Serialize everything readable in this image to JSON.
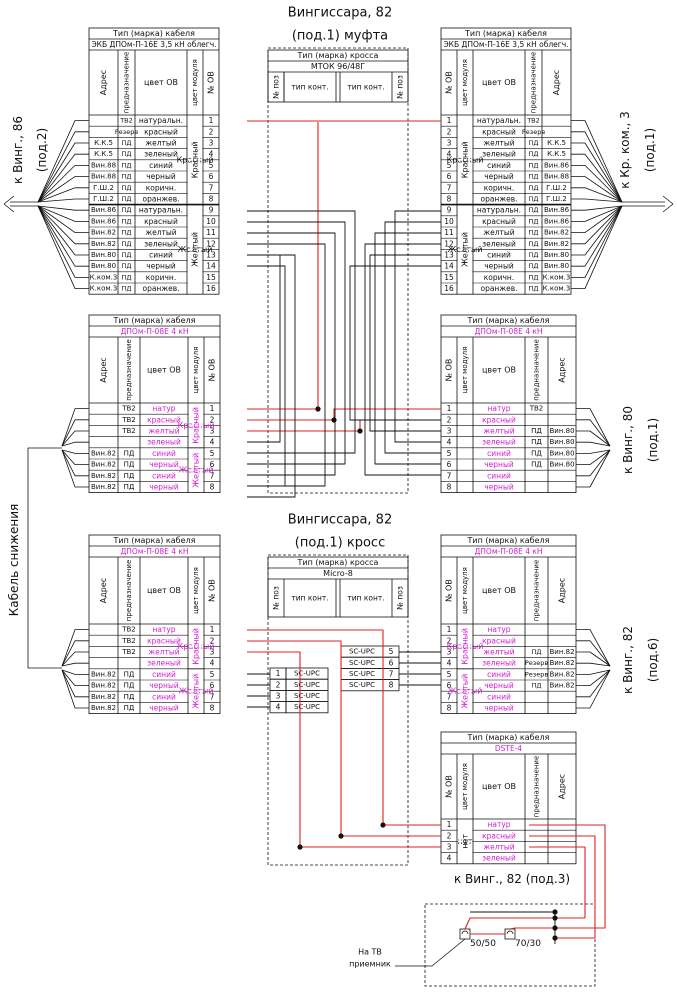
{
  "titles": {
    "mufta_line1": "Вингиссара, 82",
    "mufta_line2": "(под.1) муфта",
    "kross_line1": "Вингиссара, 82",
    "kross_line2": "(под.1) кросс"
  },
  "side_labels": {
    "left_top": [
      "к Винг., 86",
      "(под.2)"
    ],
    "right_top": [
      "к Кр. ком., 3",
      "(под.1)"
    ],
    "right_mid": [
      "к Винг., 80",
      "(под.1)"
    ],
    "right_low": [
      "к Винг., 82",
      "(под.6)"
    ],
    "descent": "Кабель снижения",
    "bottom_right": "к Винг., 82 (под.3)",
    "tv": [
      "На ТВ",
      "приемник"
    ]
  },
  "headers": {
    "cable_type": "Тип (марка) кабеля",
    "cross_type": "Тип (марка) кросса",
    "col_addr": "Адрес",
    "col_purpose": "предназначение",
    "col_color": "цвет ОВ",
    "col_module": "цвет модуля",
    "col_num": "№ ОВ",
    "col_poz": "№ поз",
    "col_tip": "тип конт."
  },
  "cables": {
    "ekb": "ЭКБ ДПОм-П-16Е 3,5 кН облегч.",
    "dpo8": "ДПОм-П-08Е 4 кН",
    "dste": "DSTE-4"
  },
  "cross": {
    "mtok": "МТОК 96/48Г",
    "micro": "Micro-8",
    "conn": "SC-UPC",
    "pos_a": [
      "1",
      "2",
      "3",
      "4"
    ],
    "pos_b": [
      "5",
      "6",
      "7",
      "8"
    ]
  },
  "splitters": {
    "s1": "50/50",
    "s2": "70/30"
  },
  "modules": {
    "red": "Красный",
    "yellow": "Желтый",
    "none": "нет"
  },
  "colors16": [
    "натуральн.",
    "красный",
    "желтый",
    "зеленый",
    "синий",
    "черный",
    "коричн.",
    "оранжев.",
    "натуральн.",
    "красный",
    "желтый",
    "зеленый",
    "синий",
    "черный",
    "коричн.",
    "оранжев."
  ],
  "colors8": [
    "натур",
    "красный",
    "желтый",
    "зеленый",
    "синий",
    "черный",
    "синий",
    "черный"
  ],
  "colors4": [
    "натур",
    "красный",
    "желтый",
    "зеленый"
  ],
  "tl": {
    "addr": [
      "",
      "",
      "К.К.5",
      "К.К.5",
      "Вин.88",
      "Вин.88",
      "Г.Ш.2",
      "Г.Ш.2",
      "Вин.86",
      "Вин.86",
      "Вин.82",
      "Вин.82",
      "Вин.80",
      "Вин.80",
      "К.ком.3",
      "К.ком.3"
    ],
    "purp": [
      "ТВ2",
      "Резерв",
      "ПД",
      "ПД",
      "ПД",
      "ПД",
      "ПД",
      "ПД",
      "ПД",
      "ПД",
      "ПД",
      "ПД",
      "ПД",
      "ПД",
      "ПД",
      "ПД"
    ]
  },
  "tr": {
    "purp": [
      "ТВ2",
      "Резерв",
      "ПД",
      "ПД",
      "ПД",
      "ПД",
      "ПД",
      "ПД",
      "ПД",
      "ПД",
      "ПД",
      "ПД",
      "ПД",
      "ПД",
      "ПД",
      "ПД"
    ],
    "addr": [
      "",
      "",
      "К.К.5",
      "К.К.5",
      "Вин.86",
      "Вин.88",
      "Г.Ш.2",
      "Г.Ш.2",
      "Вин.86",
      "Вин.86",
      "Вин.82",
      "Вин.82",
      "Вин.80",
      "Вин.80",
      "К.ком.3",
      "К.ком.3"
    ]
  },
  "ml": {
    "addr": [
      "",
      "",
      "",
      "",
      "Вин.82",
      "Вин.82",
      "Вин.82",
      "Вин.82"
    ],
    "purp": [
      "ТВ2",
      "ТВ2",
      "ТВ2",
      "",
      "ПД",
      "ПД",
      "ПД",
      "ПД"
    ]
  },
  "mr": {
    "purp": [
      "ТВ2",
      "",
      "ПД",
      "ПД",
      "ПД",
      "ПД",
      "",
      ""
    ],
    "addr": [
      "",
      "",
      "Вин.80",
      "Вин.80",
      "Вин.80",
      "Вин.80",
      "",
      ""
    ]
  },
  "ll": {
    "addr": [
      "",
      "",
      "",
      "",
      "Вин.82",
      "Вин.82",
      "Вин.82",
      "Вин.82"
    ],
    "purp": [
      "ТВ2",
      "ТВ2",
      "ТВ2",
      "",
      "ПД",
      "ПД",
      "ПД",
      "ПД"
    ]
  },
  "lr": {
    "purp": [
      "",
      "",
      "ПД",
      "Резерв",
      "Резерв",
      "ПД",
      "",
      ""
    ],
    "addr": [
      "",
      "",
      "Вин.82",
      "Вин.82",
      "Вин.82",
      "Вин.82",
      "",
      ""
    ]
  }
}
